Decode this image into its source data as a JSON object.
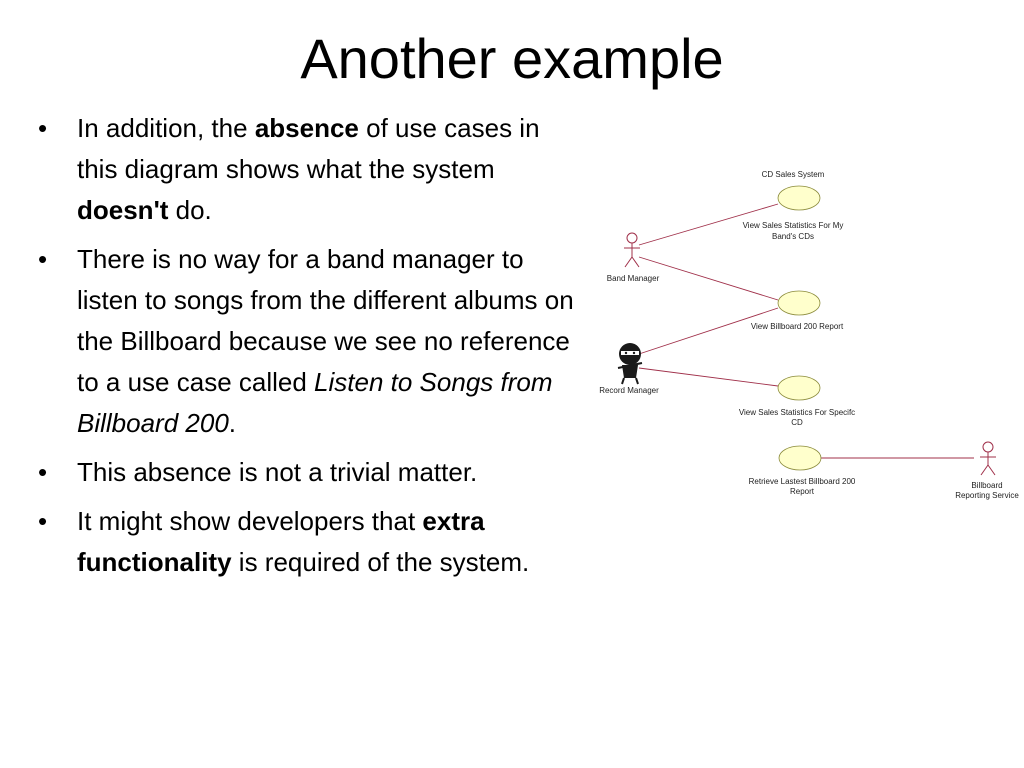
{
  "title": "Another example",
  "bullets": [
    {
      "parts": [
        {
          "text": "In addition, the "
        },
        {
          "text": "absence",
          "style": "b"
        },
        {
          "text": " of use cases in this diagram shows what the system "
        },
        {
          "text": "doesn't",
          "style": "b"
        },
        {
          "text": " do."
        }
      ]
    },
    {
      "parts": [
        {
          "text": "There is no way for a band manager to listen to songs from the different albums on the Billboard  because we see no reference to a use case called "
        },
        {
          "text": "Listen to Songs from Billboard 200",
          "style": "i"
        },
        {
          "text": "."
        }
      ]
    },
    {
      "parts": [
        {
          "text": "This absence is not a trivial matter."
        }
      ]
    },
    {
      "parts": [
        {
          "text": "It might show developers that "
        },
        {
          "text": "extra functionality",
          "style": "b"
        },
        {
          "text": " is required of the system."
        }
      ]
    }
  ],
  "diagram": {
    "system_label": "CD Sales System",
    "actors": {
      "band_manager": "Band Manager",
      "record_manager": "Record Manager",
      "billboard_line1": "Billboard",
      "billboard_line2": "Reporting Service"
    },
    "use_cases": {
      "uc1_line1": "View Sales Statistics For My",
      "uc1_line2": "Band's CDs",
      "uc2": "View Billboard 200 Report",
      "uc3_line1": "View Sales Statistics For Specifc",
      "uc3_line2": "CD",
      "uc4_line1": "Retrieve Lastest Billboard 200",
      "uc4_line2": "Report"
    },
    "colors": {
      "ellipse_fill": "#ffffcc",
      "line": "#a0304a",
      "actor": "#a0304a"
    }
  }
}
